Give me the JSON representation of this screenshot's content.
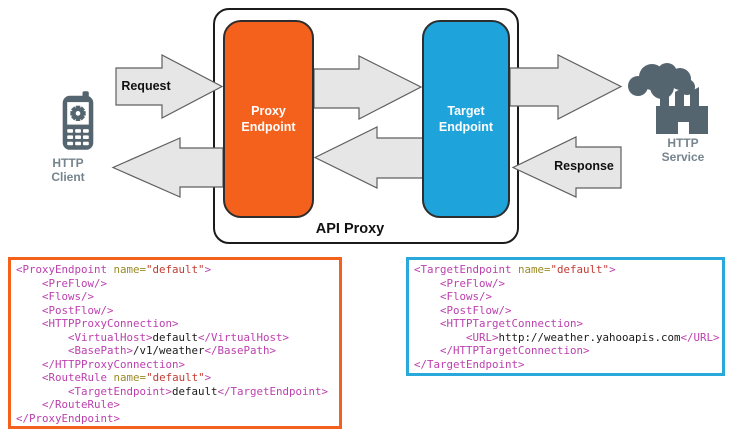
{
  "diagram": {
    "api_proxy_label": "API Proxy",
    "request_label": "Request",
    "response_label": "Response",
    "endpoints": {
      "proxy": {
        "line1": "Proxy",
        "line2": "Endpoint",
        "color": "#f4611d"
      },
      "target": {
        "line1": "Target",
        "line2": "Endpoint",
        "color": "#1fa3db"
      }
    },
    "client": {
      "line1": "HTTP",
      "line2": "Client"
    },
    "service": {
      "line1": "HTTP",
      "line2": "Service"
    },
    "colors": {
      "arrow_fill": "#e6e6e6",
      "arrow_stroke": "#5f5f5f",
      "icon": "#54656f",
      "actor_label": "#75848e"
    }
  },
  "code_blocks": [
    {
      "name": "proxy-endpoint-xml",
      "border_color": "#f4611d",
      "lines": [
        [
          [
            "t",
            "<ProxyEndpoint"
          ],
          [
            "p",
            " "
          ],
          [
            "a",
            "name="
          ],
          [
            "v",
            "\"default\""
          ],
          [
            "t",
            ">"
          ]
        ],
        [
          [
            "p",
            "    "
          ],
          [
            "t",
            "<PreFlow/>"
          ]
        ],
        [
          [
            "p",
            "    "
          ],
          [
            "t",
            "<Flows/>"
          ]
        ],
        [
          [
            "p",
            "    "
          ],
          [
            "t",
            "<PostFlow/>"
          ]
        ],
        [
          [
            "p",
            "    "
          ],
          [
            "t",
            "<HTTPProxyConnection>"
          ]
        ],
        [
          [
            "p",
            "        "
          ],
          [
            "t",
            "<VirtualHost>"
          ],
          [
            "p",
            "default"
          ],
          [
            "t",
            "</VirtualHost>"
          ]
        ],
        [
          [
            "p",
            "        "
          ],
          [
            "t",
            "<BasePath>"
          ],
          [
            "p",
            "/v1/weather"
          ],
          [
            "t",
            "</BasePath>"
          ]
        ],
        [
          [
            "p",
            "    "
          ],
          [
            "t",
            "</HTTPProxyConnection>"
          ]
        ],
        [
          [
            "p",
            "    "
          ],
          [
            "t",
            "<RouteRule"
          ],
          [
            "p",
            " "
          ],
          [
            "a",
            "name="
          ],
          [
            "v",
            "\"default\""
          ],
          [
            "t",
            ">"
          ]
        ],
        [
          [
            "p",
            "        "
          ],
          [
            "t",
            "<TargetEndpoint>"
          ],
          [
            "p",
            "default"
          ],
          [
            "t",
            "</TargetEndpoint>"
          ]
        ],
        [
          [
            "p",
            "    "
          ],
          [
            "t",
            "</RouteRule>"
          ]
        ],
        [
          [
            "t",
            "</ProxyEndpoint>"
          ]
        ]
      ]
    },
    {
      "name": "target-endpoint-xml",
      "border_color": "#29a8dc",
      "lines": [
        [
          [
            "t",
            "<TargetEndpoint"
          ],
          [
            "p",
            " "
          ],
          [
            "a",
            "name="
          ],
          [
            "v",
            "\"default\""
          ],
          [
            "t",
            ">"
          ]
        ],
        [
          [
            "p",
            "    "
          ],
          [
            "t",
            "<PreFlow/>"
          ]
        ],
        [
          [
            "p",
            "    "
          ],
          [
            "t",
            "<Flows/>"
          ]
        ],
        [
          [
            "p",
            "    "
          ],
          [
            "t",
            "<PostFlow/>"
          ]
        ],
        [
          [
            "p",
            "    "
          ],
          [
            "t",
            "<HTTPTargetConnection>"
          ]
        ],
        [
          [
            "p",
            "        "
          ],
          [
            "t",
            "<URL>"
          ],
          [
            "p",
            "http://weather.yahooapis.com"
          ],
          [
            "t",
            "</URL>"
          ]
        ],
        [
          [
            "p",
            "    "
          ],
          [
            "t",
            "</HTTPTargetConnection>"
          ]
        ],
        [
          [
            "t",
            "</TargetEndpoint>"
          ]
        ]
      ]
    }
  ]
}
